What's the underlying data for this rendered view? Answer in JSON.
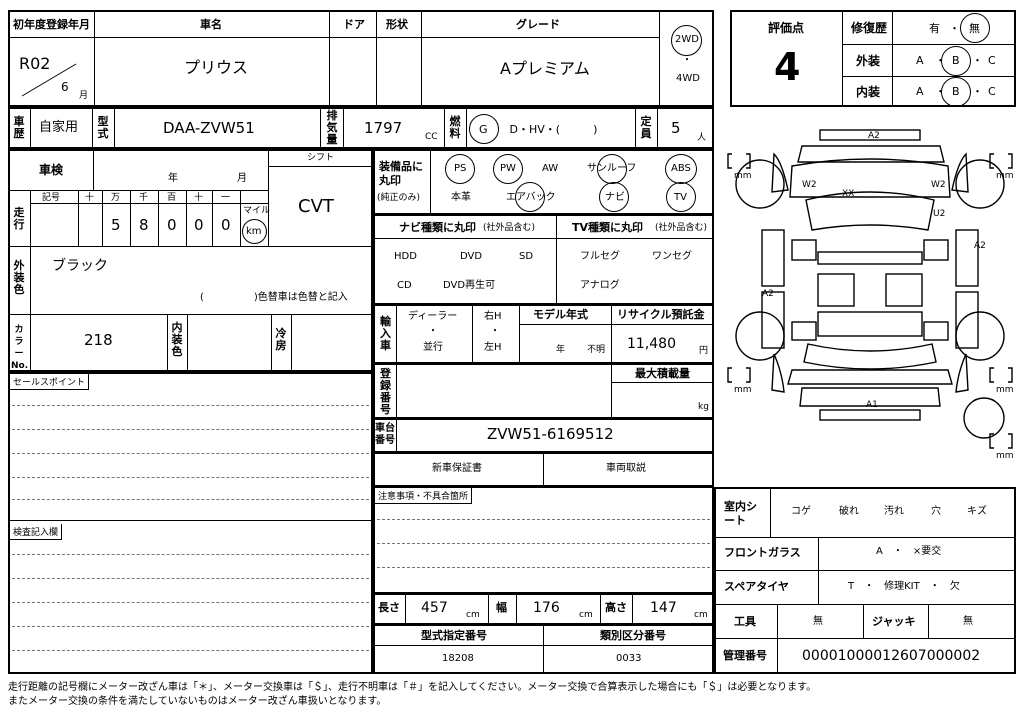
{
  "header": {
    "first_reg_label": "初年度登録年月",
    "era": "R02",
    "month": "6",
    "month_unit": "月",
    "name_label": "車名",
    "name": "プリウス",
    "door_label": "ドア",
    "shape_label": "形状",
    "grade_label": "グレード",
    "grade": "Aプレミアム",
    "drive_2wd": "2WD",
    "drive_dot": "・",
    "drive_4wd": "4WD"
  },
  "eval": {
    "score_label": "評価点",
    "score": "4",
    "repair_label": "修復歴",
    "repair_yes": "有",
    "repair_dot": "・",
    "repair_no": "無",
    "exterior_label": "外装",
    "interior_label": "内装",
    "grade_a": "A",
    "grade_b": "B",
    "grade_c": "C",
    "dot": "・"
  },
  "row2": {
    "history_label": "車歴",
    "usage": "自家用",
    "model_label": "型式",
    "model": "DAA-ZVW51",
    "displacement_label": "排気量",
    "displacement": "1797",
    "cc": "CC",
    "fuel_label": "燃料",
    "fuel": "G　　D・HV・(　　　)",
    "capacity_label": "定員",
    "capacity": "5",
    "person_unit": "人"
  },
  "inspect": {
    "shaken_label": "車検",
    "year": "年",
    "month": "月",
    "shift_label": "シフト",
    "shift": "CVT",
    "mileage_label": "走行",
    "digit_headers": [
      "記号",
      "十",
      "万",
      "千",
      "百",
      "十",
      "一"
    ],
    "digits": [
      "5",
      "8",
      "0",
      "0",
      "0"
    ],
    "mile": "マイル",
    "km": "km"
  },
  "equip": {
    "label": "装備品に丸印",
    "sub": "(純正のみ)",
    "ps": "PS",
    "pw": "PW",
    "aw": "AW",
    "sunroof": "サンルーフ",
    "abs": "ABS",
    "leather": "本革",
    "airbag": "エアバック",
    "navi": "ナビ",
    "tv": "TV"
  },
  "navi": {
    "label": "ナビ種類に丸印",
    "sub": "(社外品含む)",
    "hdd": "HDD",
    "dvd": "DVD",
    "sd": "SD",
    "cd": "CD",
    "dvd_play": "DVD再生可"
  },
  "tv": {
    "label": "TV種類に丸印",
    "sub": "(社外品含む)",
    "full": "フルセグ",
    "one": "ワンセグ",
    "analog": "アナログ"
  },
  "color": {
    "label": "外装色",
    "value": "ブラック",
    "note": "(　　　　　)色替車は色替と記入",
    "code_label": "カラーNo.",
    "code": "218",
    "interior_label": "内装色",
    "ac_label": "冷房"
  },
  "import": {
    "label": "輸入車",
    "dealer": "ディーラー",
    "dot": "・",
    "parallel": "並行",
    "right": "右H",
    "left": "左H",
    "model_year_label": "モデル年式",
    "year": "年",
    "unknown": "不明",
    "recycle_label": "リサイクル預託金",
    "recycle": "11,480",
    "yen": "円"
  },
  "reg": {
    "label": "登録番号",
    "max_load_label": "最大積載量",
    "kg": "kg",
    "chassis_label": "車台番号",
    "chassis": "ZVW51-6169512",
    "warranty": "新車保証書",
    "manual": "車両取説",
    "notes_label": "注意事項・不具合箇所"
  },
  "sales": {
    "label": "セールスポイント"
  },
  "check": {
    "label": "検査記入欄"
  },
  "dims": {
    "length_label": "長さ",
    "length": "457",
    "width_label": "幅",
    "width": "176",
    "height_label": "高さ",
    "height": "147",
    "cm": "cm",
    "type_label": "型式指定番号",
    "type_no": "18208",
    "class_label": "類別区分番号",
    "class_no": "0033"
  },
  "right": {
    "seat_label": "室内シート",
    "seat_items": [
      "コゲ",
      "破れ",
      "汚れ",
      "穴",
      "キズ"
    ],
    "glass_label": "フロントガラス",
    "glass": "A　・　×要交",
    "spare_label": "スペアタイヤ",
    "spare": "T　・　修理KIT　・　欠",
    "tools_label": "工具",
    "tools": "無",
    "jack_label": "ジャッキ",
    "jack": "無",
    "mgmt_label": "管理番号",
    "mgmt": "00001000012607000002"
  },
  "diagram": {
    "marks": [
      "A2",
      "W2",
      "W2",
      "XX",
      "U2",
      "A2",
      "A2",
      "A1"
    ],
    "mm": "mm"
  },
  "footer": {
    "line1": "走行距離の記号欄にメーター改ざん車は「＊」、メーター交換車は「＄」、走行不明車は「＃」を記入してください。メーター交換で合算表示した場合にも「＄」は必要となります。",
    "line2": "またメーター交換の条件を満たしていないものはメーター改ざん車扱いとなります。"
  }
}
